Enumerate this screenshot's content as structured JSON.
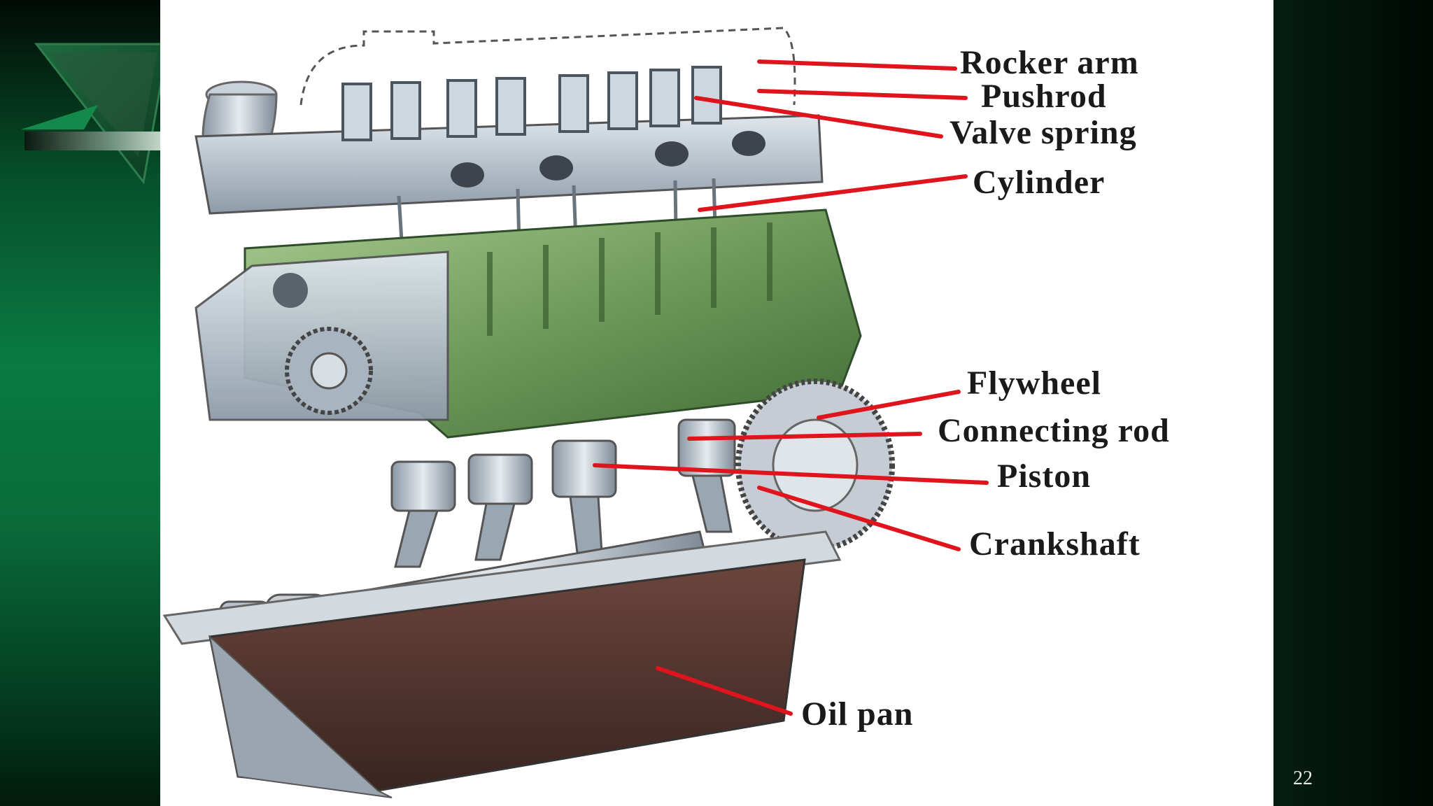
{
  "diagram": {
    "labels": {
      "rocker_arm": "Rocker arm",
      "pushrod": "Pushrod",
      "valve_spring": "Valve spring",
      "cylinder": "Cylinder",
      "flywheel": "Flywheel",
      "connecting_rod": "Connecting rod",
      "piston": "Piston",
      "crankshaft": "Crankshaft",
      "oil_pan": "Oil pan"
    },
    "leader_color": "#e0141c"
  },
  "slide": {
    "number": "22"
  },
  "colors": {
    "block_green": "#7fa86a",
    "head_gray": "#b7c2cc",
    "pan_brown": "#5a3a33",
    "background_green": "#0a7a41"
  }
}
